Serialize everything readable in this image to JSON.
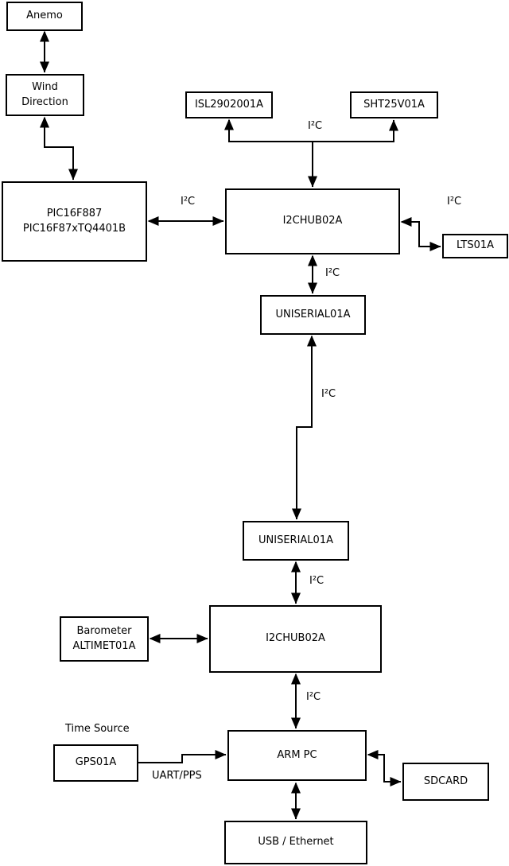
{
  "nodes": {
    "anemo": {
      "label": "Anemo"
    },
    "wind_direction": {
      "lines": [
        "Wind",
        "Direction"
      ]
    },
    "pic": {
      "lines": [
        "PIC16F887",
        "PIC16F87xTQ4401B"
      ]
    },
    "isl": {
      "label": "ISL2902001A"
    },
    "sht": {
      "label": "SHT25V01A"
    },
    "i2chub_top": {
      "label": "I2CHUB02A"
    },
    "lts": {
      "label": "LTS01A"
    },
    "uniserial_top": {
      "label": "UNISERIAL01A"
    },
    "uniserial_bottom": {
      "label": "UNISERIAL01A"
    },
    "i2chub_bottom": {
      "label": "I2CHUB02A"
    },
    "barometer": {
      "lines": [
        "Barometer",
        "ALTIMET01A"
      ]
    },
    "gps": {
      "label": "GPS01A"
    },
    "arm_pc": {
      "label": "ARM PC"
    },
    "sdcard": {
      "label": "SDCARD"
    },
    "usb_ethernet": {
      "label": "USB / Ethernet"
    }
  },
  "labels": {
    "i2c_pic_hub": "I²C",
    "i2c_sensor_bus": "I²C",
    "i2c_lts": "I²C",
    "i2c_hub_uniserial": "I²C",
    "i2c_long_link": "I²C",
    "i2c_uniserial_hub2": "I²C",
    "i2c_hub2_armpc": "I²C",
    "time_source": "Time Source",
    "uart_pps": "UART/PPS"
  },
  "edges": [
    {
      "from": "Anemo",
      "to": "Wind Direction",
      "bidirectional": true
    },
    {
      "from": "Wind Direction",
      "to": "PIC16F887 PIC16F87xTQ4401B",
      "bidirectional": true
    },
    {
      "from": "PIC16F887 PIC16F87xTQ4401B",
      "to": "I2CHUB02A (top)",
      "label": "I²C",
      "bidirectional": true
    },
    {
      "from": "I2CHUB02A (top)",
      "to": "ISL2902001A",
      "label": "I²C",
      "bidirectional": false
    },
    {
      "from": "I2CHUB02A (top)",
      "to": "SHT25V01A",
      "label": "I²C",
      "bidirectional": false
    },
    {
      "from": "I2CHUB02A (top)",
      "to": "LTS01A",
      "label": "I²C",
      "bidirectional": true
    },
    {
      "from": "I2CHUB02A (top)",
      "to": "UNISERIAL01A (top)",
      "label": "I²C",
      "bidirectional": true
    },
    {
      "from": "UNISERIAL01A (top)",
      "to": "UNISERIAL01A (bottom)",
      "label": "I²C",
      "bidirectional": true
    },
    {
      "from": "UNISERIAL01A (bottom)",
      "to": "I2CHUB02A (bottom)",
      "label": "I²C",
      "bidirectional": true
    },
    {
      "from": "Barometer ALTIMET01A",
      "to": "I2CHUB02A (bottom)",
      "label": "I²C",
      "bidirectional": true
    },
    {
      "from": "I2CHUB02A (bottom)",
      "to": "ARM PC",
      "label": "I²C",
      "bidirectional": true
    },
    {
      "from": "GPS01A",
      "to": "ARM PC",
      "label": "UART/PPS",
      "bidirectional": false
    },
    {
      "from": "ARM PC",
      "to": "SDCARD",
      "bidirectional": true
    },
    {
      "from": "ARM PC",
      "to": "USB / Ethernet",
      "bidirectional": true
    }
  ],
  "colors": {
    "background": "#ffffff",
    "line": "#000000",
    "box_border": "#000000",
    "text": "#000000"
  }
}
